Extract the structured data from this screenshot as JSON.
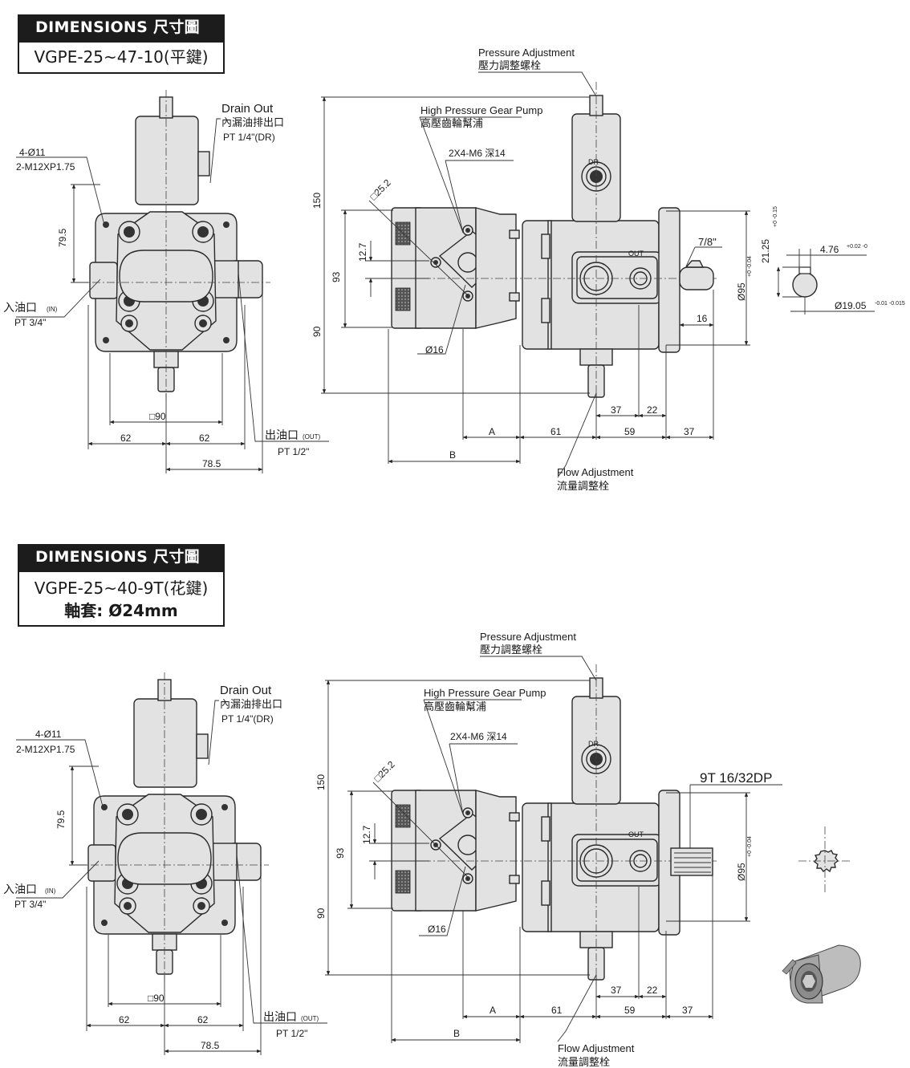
{
  "sections": [
    {
      "header": "DIMENSIONS 尺寸圖",
      "model": "VGPE-25~47-10(平鍵)",
      "sleeve": "",
      "labels": {
        "pressure_adj_en": "Pressure Adjustment",
        "pressure_adj_zh": "壓力調整螺栓",
        "gear_pump_en": "High Pressure Gear Pump",
        "gear_pump_zh": "高壓齒輪幫浦",
        "tap": "2X4-M6 深14",
        "drain_en": "Drain Out",
        "drain_zh": "內漏油排出口",
        "drain_pt": "PT 1/4\"(DR)",
        "holes_1": "4-Ø11",
        "holes_2": "2-M12XP1.75",
        "in_zh": "入油口",
        "in_tag": "(IN)",
        "in_pt": "PT 3/4\"",
        "out_zh": "出油口",
        "out_tag": "(OUT)",
        "out_pt": "PT 1/2\"",
        "flow_en": "Flow Adjustment",
        "flow_zh": "流量調整栓",
        "dr": "DR",
        "out": "OUT",
        "shaft_spec": "7/8\""
      },
      "dims": {
        "d79_5": "79.5",
        "sq90": "□90",
        "d62a": "62",
        "d62b": "62",
        "d78_5": "78.5",
        "d150": "150",
        "d93": "93",
        "d90": "90",
        "d12_7": "12.7",
        "sq25_2": "□25.2",
        "d16dia": "Ø16",
        "dA": "A",
        "dB": "B",
        "d61": "61",
        "d59": "59",
        "d37a": "37",
        "d37b": "37",
        "d22": "22",
        "d16": "16",
        "d95": "Ø95",
        "d95_tol": "+0 -0.04",
        "key_21_25": "21.25",
        "key_21_25_tol": "+0 -0.15",
        "key_4_76": "4.76",
        "key_4_76_tol": "+0.02 -0",
        "key_19_05": "Ø19.05",
        "key_19_05_tol": "-0.01 -0.015"
      }
    },
    {
      "header": "DIMENSIONS 尺寸圖",
      "model": "VGPE-25~40-9T(花鍵)",
      "sleeve": "軸套: Ø24mm",
      "labels": {
        "pressure_adj_en": "Pressure Adjustment",
        "pressure_adj_zh": "壓力調整螺栓",
        "gear_pump_en": "High Pressure Gear Pump",
        "gear_pump_zh": "高壓齒輪幫浦",
        "tap": "2X4-M6 深14",
        "drain_en": "Drain Out",
        "drain_zh": "內漏油排出口",
        "drain_pt": "PT 1/4\"(DR)",
        "holes_1": "4-Ø11",
        "holes_2": "2-M12XP1.75",
        "in_zh": "入油口",
        "in_tag": "(IN)",
        "in_pt": "PT 3/4\"",
        "out_zh": "出油口",
        "out_tag": "(OUT)",
        "out_pt": "PT 1/2\"",
        "flow_en": "Flow Adjustment",
        "flow_zh": "流量調整栓",
        "dr": "DR",
        "out": "OUT",
        "shaft_spec": "9T 16/32DP"
      },
      "dims": {
        "d79_5": "79.5",
        "sq90": "□90",
        "d62a": "62",
        "d62b": "62",
        "d78_5": "78.5",
        "d150": "150",
        "d93": "93",
        "d90": "90",
        "d12_7": "12.7",
        "sq25_2": "□25.2",
        "d16dia": "Ø16",
        "dA": "A",
        "dB": "B",
        "d61": "61",
        "d59": "59",
        "d37a": "37",
        "d37b": "37",
        "d22": "22",
        "d16": "",
        "d95": "Ø95",
        "d95_tol": "+0 -0.04",
        "key_21_25": "",
        "key_21_25_tol": "",
        "key_4_76": "",
        "key_4_76_tol": "",
        "key_19_05": "",
        "key_19_05_tol": ""
      }
    }
  ]
}
